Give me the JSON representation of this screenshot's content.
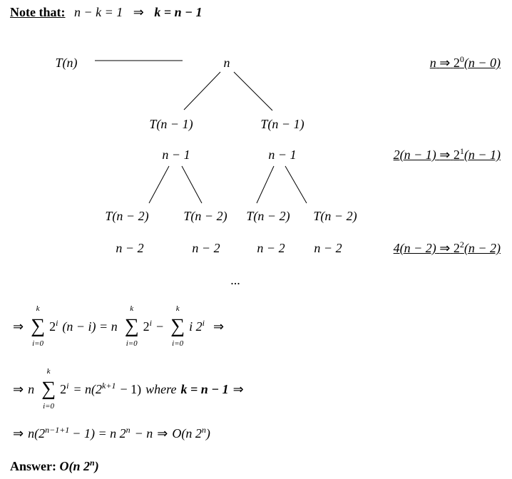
{
  "note": {
    "label": "Note that:",
    "eq": "n − k = 1",
    "arrow": "⇒",
    "result": "k = n − 1"
  },
  "tree": {
    "root_label": "T(n)",
    "root_cost": "n",
    "level1_labels": [
      "T(n − 1)",
      "T(n − 1)"
    ],
    "level1_costs": [
      "n − 1",
      "n − 1"
    ],
    "level2_labels": [
      "T(n − 2)",
      "T(n − 2)",
      "T(n − 2)",
      "T(n − 2)"
    ],
    "level2_costs": [
      "n − 2",
      "n − 2",
      "n − 2",
      "n − 2"
    ],
    "ellipsis": "...",
    "level_sums": [
      {
        "left": "n",
        "arrow": "⇒",
        "base": "2",
        "exp": "0",
        "rest": "(n − 0)"
      },
      {
        "left": "2(n − 1)",
        "arrow": "⇒",
        "base": "2",
        "exp": "1",
        "rest": "(n − 1)"
      },
      {
        "left": "4(n − 2)",
        "arrow": "⇒",
        "base": "2",
        "exp": "2",
        "rest": "(n − 2)"
      }
    ]
  },
  "derivation": {
    "upper": "k",
    "lower": "i=0",
    "sigma": "∑",
    "arrow": "⇒",
    "line1": {
      "t1": "2",
      "t1exp": "i",
      "t2": "(n − i) = n",
      "t3": "2",
      "t3exp": "i",
      "t4": "−",
      "t5": "i 2",
      "t5exp": "i"
    },
    "line2": {
      "n": "n",
      "t1": "2",
      "t1exp": "i",
      "t2": "= n(2",
      "t2exp": "k+1",
      "t3": "− 1)",
      "where": "where",
      "kdef": "k = n − 1"
    },
    "line3": {
      "t1": "n(2",
      "t1exp": "n−1+1",
      "t2": "− 1) = n 2",
      "t2exp": "n",
      "t3": "− n",
      "t4": "O(n 2",
      "t4exp": "n",
      "t5": ")"
    }
  },
  "answer": {
    "label": "Answer:",
    "value": "O(n 2",
    "exp": "n",
    "close": ")"
  }
}
